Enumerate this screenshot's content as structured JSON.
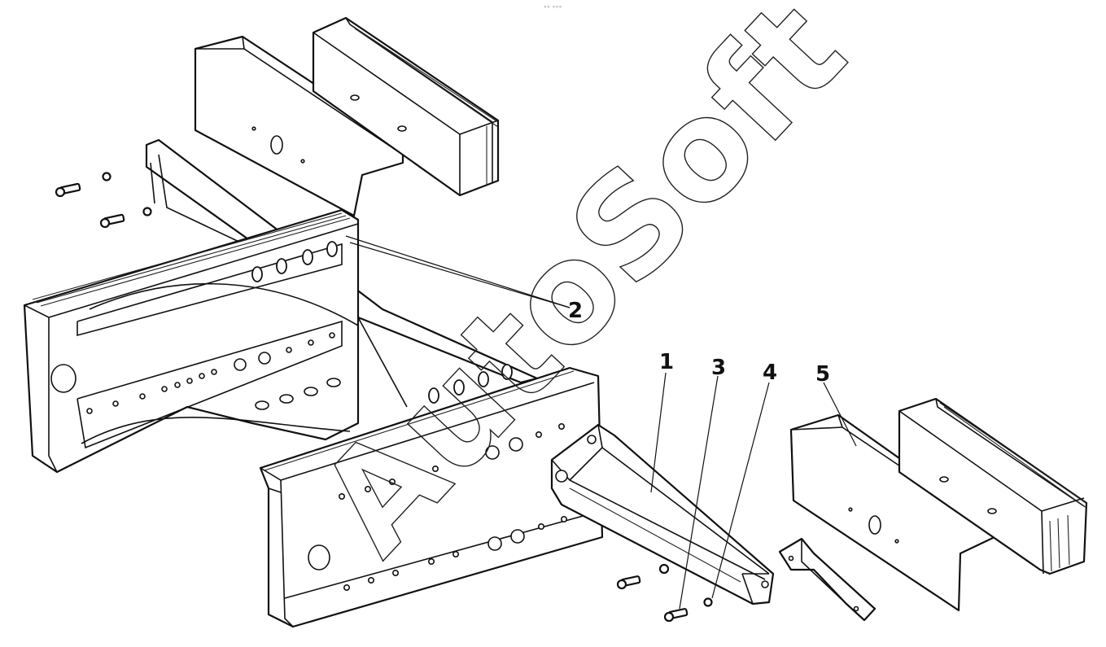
{
  "diagram": {
    "top_mark": "°° °°°",
    "watermark": "AutoSoft",
    "callouts": [
      {
        "id": "1",
        "label": "1"
      },
      {
        "id": "2",
        "label": "2"
      },
      {
        "id": "3",
        "label": "3"
      },
      {
        "id": "4",
        "label": "4"
      },
      {
        "id": "5",
        "label": "5"
      }
    ]
  }
}
